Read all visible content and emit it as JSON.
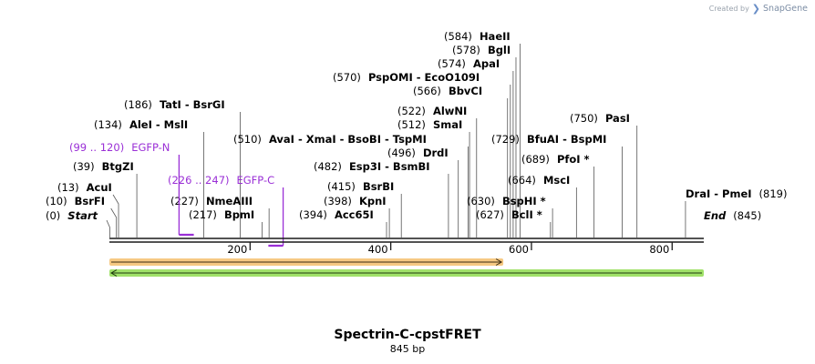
{
  "branding": {
    "prefix": "Created by",
    "name": "SnapGene"
  },
  "map": {
    "name": "Spectrin-C-cpstFRET",
    "length_label": "845 bp",
    "total_bp": 845,
    "start_label": "Start",
    "start_pos": "(0)",
    "end_label": "End",
    "end_pos": "(845)",
    "ticks": [
      200,
      400,
      600,
      800
    ]
  },
  "sites": [
    {
      "pos": 10,
      "pos_label": "(10)",
      "name": "BsrFI"
    },
    {
      "pos": 13,
      "pos_label": "(13)",
      "name": "AcuI"
    },
    {
      "pos": 39,
      "pos_label": "(39)",
      "name": "BtgZI"
    },
    {
      "pos": 134,
      "pos_label": "(134)",
      "name": "AleI  -  MslI"
    },
    {
      "pos": 186,
      "pos_label": "(186)",
      "name": "TatI  -  BsrGI"
    },
    {
      "pos": 217,
      "pos_label": "(217)",
      "name": "BpmI"
    },
    {
      "pos": 227,
      "pos_label": "(227)",
      "name": "NmeAIII"
    },
    {
      "pos": 394,
      "pos_label": "(394)",
      "name": "Acc65I"
    },
    {
      "pos": 398,
      "pos_label": "(398)",
      "name": "KpnI"
    },
    {
      "pos": 415,
      "pos_label": "(415)",
      "name": "BsrBI"
    },
    {
      "pos": 482,
      "pos_label": "(482)",
      "name": "Esp3I  -  BsmBI"
    },
    {
      "pos": 496,
      "pos_label": "(496)",
      "name": "DrdI"
    },
    {
      "pos": 510,
      "pos_label": "(510)",
      "name": "AvaI  -  XmaI  -  BsoBI  -  TspMI"
    },
    {
      "pos": 512,
      "pos_label": "(512)",
      "name": "SmaI"
    },
    {
      "pos": 522,
      "pos_label": "(522)",
      "name": "AlwNI"
    },
    {
      "pos": 566,
      "pos_label": "(566)",
      "name": "BbvCI"
    },
    {
      "pos": 570,
      "pos_label": "(570)",
      "name": "PspOMI  -  EcoO109I"
    },
    {
      "pos": 574,
      "pos_label": "(574)",
      "name": "ApaI"
    },
    {
      "pos": 578,
      "pos_label": "(578)",
      "name": "BglI"
    },
    {
      "pos": 584,
      "pos_label": "(584)",
      "name": "HaeII"
    },
    {
      "pos": 627,
      "pos_label": "(627)",
      "name": "BclI *"
    },
    {
      "pos": 630,
      "pos_label": "(630)",
      "name": "BspHI *"
    },
    {
      "pos": 664,
      "pos_label": "(664)",
      "name": "MscI"
    },
    {
      "pos": 689,
      "pos_label": "(689)",
      "name": "PfoI *"
    },
    {
      "pos": 729,
      "pos_label": "(729)",
      "name": "BfuAI  -  BspMI"
    },
    {
      "pos": 750,
      "pos_label": "(750)",
      "name": "PasI"
    },
    {
      "pos": 819,
      "pos_label": "(819)",
      "name": "DraI  -  PmeI"
    }
  ],
  "primers": [
    {
      "range_label": "(99 .. 120)",
      "name": "EGFP-N",
      "start": 99,
      "end": 120
    },
    {
      "range_label": "(226 .. 247)",
      "name": "EGFP-C",
      "start": 226,
      "end": 247
    }
  ],
  "features": [
    {
      "start": 0,
      "end": 560,
      "direction": "forward",
      "color": "#f5c06d"
    },
    {
      "start": 0,
      "end": 845,
      "direction": "reverse",
      "color": "#8fdc4f"
    }
  ],
  "colors": {
    "primer": "#9a2fd6",
    "line": "#555555",
    "backbone": "#1a1a1a"
  }
}
